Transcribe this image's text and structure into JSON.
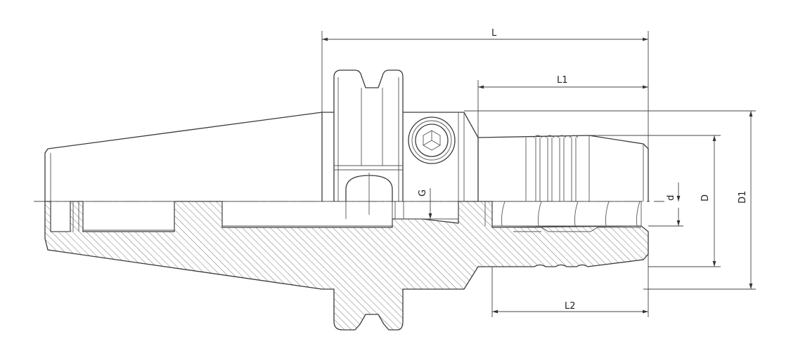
{
  "diagram": {
    "labels": {
      "L": "L",
      "L1": "L1",
      "L2": "L2",
      "G": "G",
      "d": "d",
      "D": "D",
      "D1": "D1"
    }
  }
}
